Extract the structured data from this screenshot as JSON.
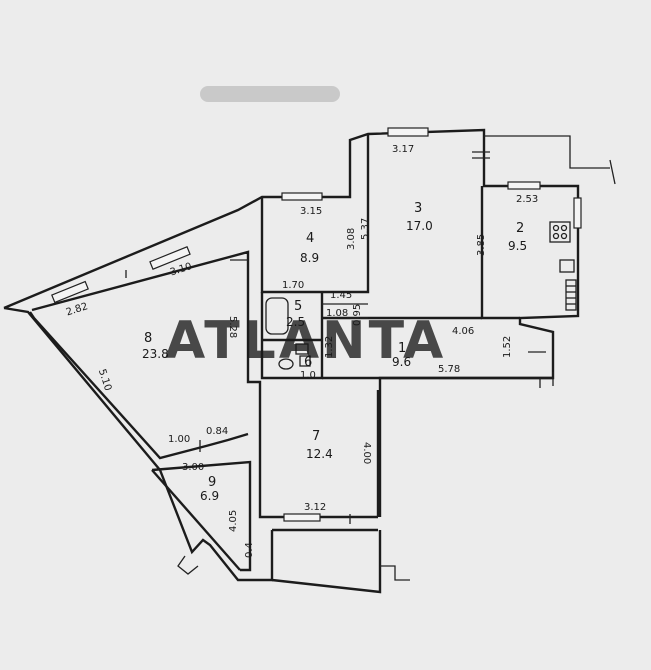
{
  "watermark": "ATLANTA",
  "rooms": [
    {
      "id": "1",
      "number": "1",
      "area": "9.6"
    },
    {
      "id": "2",
      "number": "2",
      "area": "9.5"
    },
    {
      "id": "3",
      "number": "3",
      "area": "17.0"
    },
    {
      "id": "4",
      "number": "4",
      "area": "8.9"
    },
    {
      "id": "5",
      "number": "5",
      "area": "2.5"
    },
    {
      "id": "6",
      "number": "6",
      "area": "1.0"
    },
    {
      "id": "7",
      "number": "7",
      "area": "12.4"
    },
    {
      "id": "8",
      "number": "8",
      "area": "23.8"
    },
    {
      "id": "9",
      "number": "9",
      "area": "6.9"
    }
  ],
  "dimensions": [
    "3.17",
    "3.15",
    "2.53",
    "3.10",
    "2.82",
    "5.37",
    "3.08",
    "3.85",
    "1.70",
    "1.45",
    "1.08",
    "0.95",
    "4.06",
    "5.28",
    "1.52",
    "5.78",
    "1.32",
    "5.10",
    "1.00",
    "0.84",
    "3.00",
    "4.00",
    "3.12",
    "4.05",
    "0.4"
  ]
}
